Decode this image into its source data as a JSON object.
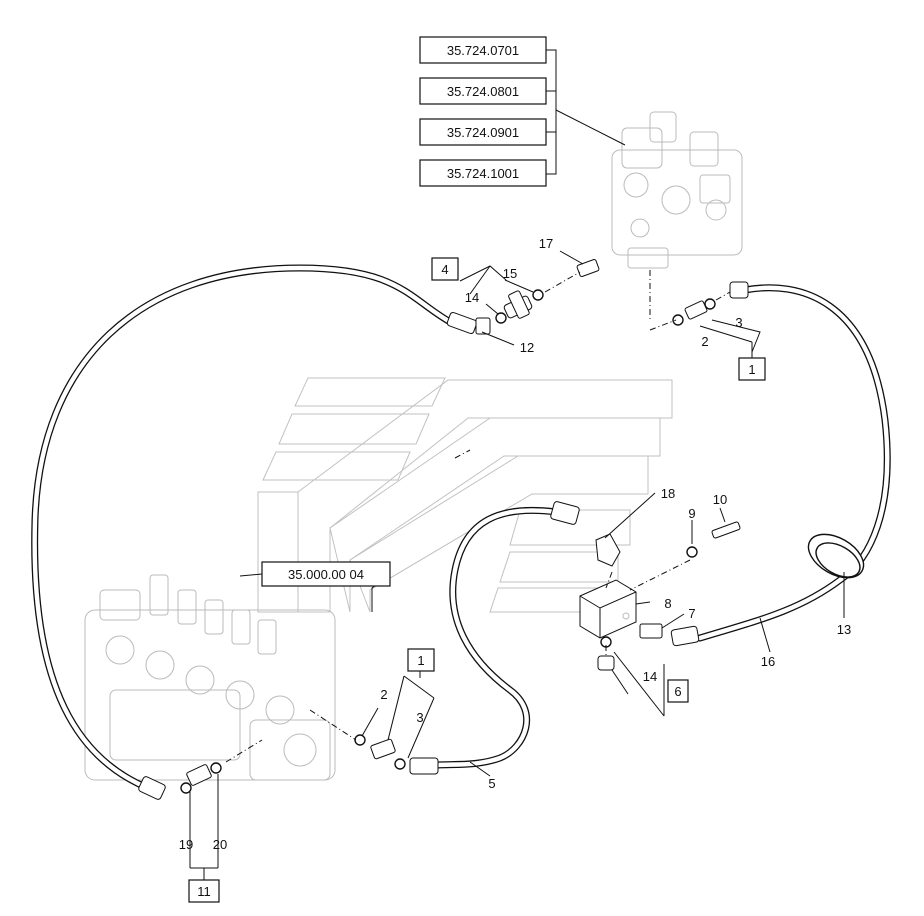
{
  "ref_boxes": {
    "r1": "35.724.0701",
    "r2": "35.724.0801",
    "r3": "35.724.0901",
    "r4": "35.724.1001",
    "r5": "35.000.00 04"
  },
  "boxed_labels": {
    "b4": "4",
    "b1_top": "1",
    "b1_mid": "1",
    "b6": "6",
    "b11": "11"
  },
  "labels": {
    "l17": "17",
    "l15": "15",
    "l14_top": "14",
    "l12": "12",
    "l3_top": "3",
    "l2_top": "2",
    "l18": "18",
    "l10": "10",
    "l9": "9",
    "l8": "8",
    "l7": "7",
    "l13": "13",
    "l16": "16",
    "l14_mid": "14",
    "l2_low": "2",
    "l3_low": "3",
    "l5": "5",
    "l19": "19",
    "l20": "20"
  }
}
